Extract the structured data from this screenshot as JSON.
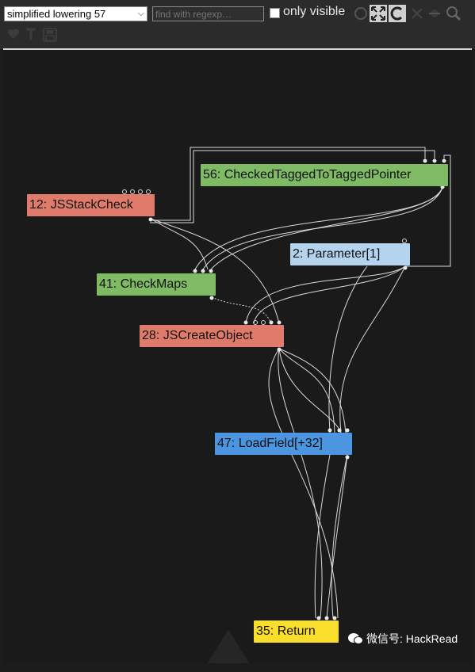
{
  "toolbar": {
    "phase_select": "simplified lowering 57",
    "search_placeholder": "find with regexp…",
    "only_visible_label": "only visible"
  },
  "nodes": [
    {
      "id": "n56",
      "label": "56: CheckedTaggedToTaggedPointer"
    },
    {
      "id": "n12",
      "label": "12: JSStackCheck"
    },
    {
      "id": "n2",
      "label": "2: Parameter[1]"
    },
    {
      "id": "n41",
      "label": "41: CheckMaps"
    },
    {
      "id": "n28",
      "label": "28: JSCreateObject"
    },
    {
      "id": "n47",
      "label": "47: LoadField[+32]"
    },
    {
      "id": "n35",
      "label": "35: Return"
    }
  ],
  "watermark": {
    "text": "微信号: HackRead"
  },
  "colors": {
    "green": "#7fba65",
    "salmon": "#e07a6a",
    "lightblue": "#b4d3ef",
    "blue": "#4c95e0",
    "yellow": "#f9df2b"
  }
}
